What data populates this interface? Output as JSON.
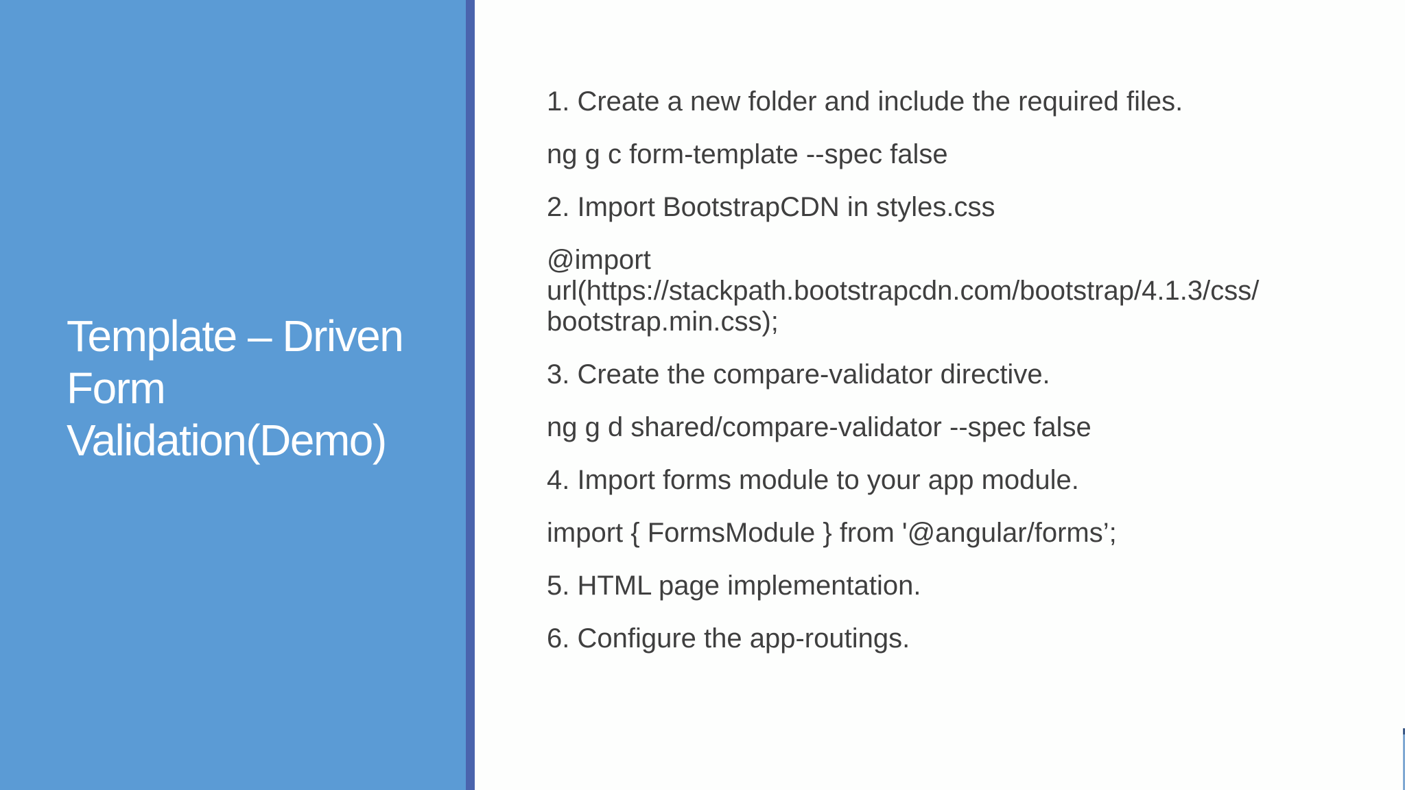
{
  "slide": {
    "colors": {
      "panel_blue": "#5B9BD5",
      "divider_indigo": "#4A64AD",
      "title_white": "#FFFFFF",
      "body_text_gray": "#3F3F3F",
      "background": "#FDFEFD",
      "edge_sliver_blue": "#7FA8D2"
    },
    "title_panel": {
      "title_lines": [
        "Template – Driven",
        "Form",
        "Validation(Demo)"
      ]
    },
    "content": {
      "paragraphs": [
        {
          "lines": [
            "1. Create a new folder and include the required files."
          ]
        },
        {
          "lines": [
            "ng g c form-template --spec false"
          ]
        },
        {
          "lines": [
            "2. Import BootstrapCDN in styles.css"
          ]
        },
        {
          "lines": [
            "@import",
            "url(https://stackpath.bootstrapcdn.com/bootstrap/4.1.3/css/",
            "bootstrap.min.css);"
          ]
        },
        {
          "lines": [
            "3. Create the compare-validator directive."
          ]
        },
        {
          "lines": [
            "ng g d shared/compare-validator --spec false"
          ]
        },
        {
          "lines": [
            "4. Import forms module to your app module."
          ]
        },
        {
          "lines": [
            "import { FormsModule } from '@angular/forms’;"
          ]
        },
        {
          "lines": [
            "5. HTML page implementation."
          ]
        },
        {
          "lines": [
            "6. Configure the app-routings."
          ]
        }
      ]
    }
  }
}
